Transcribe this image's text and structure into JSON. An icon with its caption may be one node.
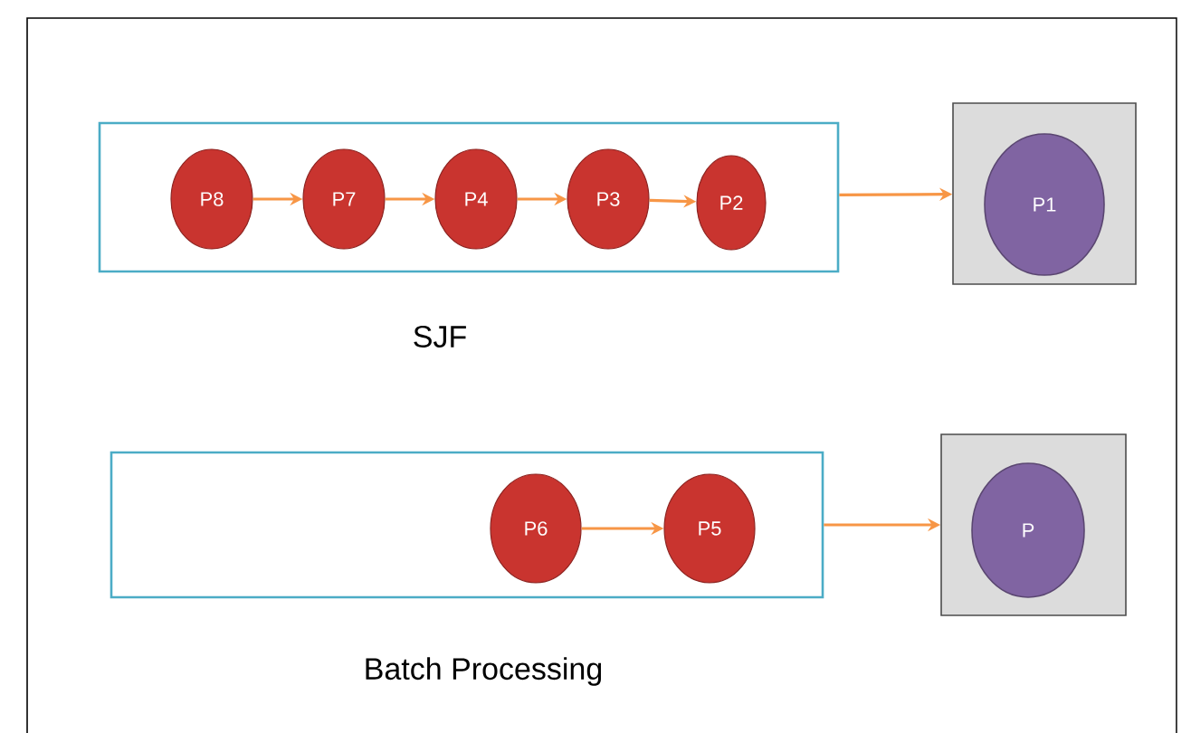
{
  "diagram": {
    "nodes": [
      {
        "text": [],
        "shape": "box"
      },
      {
        "text": [
          "P8"
        ],
        "in": 0
      },
      {
        "text": [
          "P7"
        ],
        "in": 0
      },
      {
        "text": [
          "P4"
        ],
        "in": 0
      },
      {
        "text": [
          "P3"
        ],
        "in": 0
      },
      {
        "text": [
          "P2"
        ],
        "in": 0
      },
      {
        "text": [],
        "shape": "box"
      },
      {
        "text": [
          "P1"
        ],
        "in": 6
      },
      {
        "text": [],
        "shape": "box"
      },
      {
        "text": [
          "P6"
        ],
        "in": 8
      },
      {
        "text": [
          "P5"
        ],
        "in": 8
      },
      {
        "text": [],
        "shape": "box"
      },
      {
        "text": [
          "P"
        ],
        "in": 11
      }
    ],
    "edges": [
      {
        "from": 1,
        "to": 2,
        "arrow": "to"
      },
      {
        "from": 2,
        "to": 3,
        "arrow": "to"
      },
      {
        "from": 3,
        "to": 4,
        "arrow": "to"
      },
      {
        "from": 4,
        "to": 5,
        "arrow": "to"
      },
      {
        "from": 0,
        "to": 6,
        "arrow": "to"
      },
      {
        "from": 9,
        "to": 10,
        "arrow": "to"
      },
      {
        "from": 8,
        "to": 11,
        "arrow": "to"
      }
    ],
    "labels": [
      "SJF",
      "Batch Processing"
    ]
  }
}
